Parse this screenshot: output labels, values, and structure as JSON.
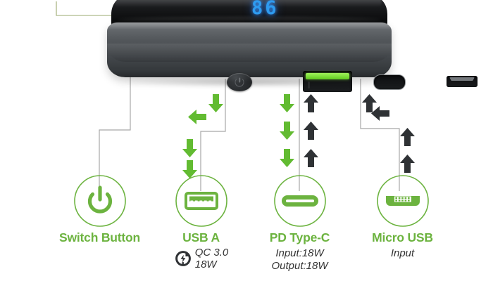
{
  "product": {
    "display_icon": "led-display-icon",
    "display_value": "86",
    "display_color": "#2e9bf0",
    "ports": [
      {
        "name": "power-button-port",
        "label": "Switch Button"
      },
      {
        "name": "usb-a-port",
        "label": "USB A"
      },
      {
        "name": "usb-c-port",
        "label": "PD Type-C"
      },
      {
        "name": "micro-usb-port",
        "label": "Micro USB"
      }
    ]
  },
  "theme": {
    "green": "#6cb33f",
    "arrow_green": "#62bb31",
    "arrow_dark": "#2f3235",
    "line_grey": "#9a9a9a",
    "led_blue": "#2e9bf0",
    "text_dark": "#333333"
  },
  "legend": {
    "items": [
      {
        "key": "switch-button",
        "icon": "power-icon",
        "title": "Switch Button",
        "sub": "",
        "sub2": "",
        "badge": ""
      },
      {
        "key": "usb-a",
        "icon": "usb-a-icon",
        "title": "USB A",
        "badge": "qc-badge-icon",
        "badge_line1": "QC 3.0",
        "badge_line2": "18W"
      },
      {
        "key": "pd-type-c",
        "icon": "usb-c-icon",
        "title": "PD Type-C",
        "sub": "Input:18W",
        "sub2": "Output:18W"
      },
      {
        "key": "micro-usb",
        "icon": "micro-usb-icon",
        "title": "Micro USB",
        "sub": "Input",
        "sub2": ""
      }
    ]
  },
  "flow": {
    "usb_a": {
      "direction": "output",
      "arrow_count": 4,
      "color": "#62bb31"
    },
    "pd_type_c": {
      "output_arrows": 3,
      "input_arrows": 3,
      "output_color": "#62bb31",
      "input_color": "#2f3235"
    },
    "micro_usb": {
      "direction": "input",
      "arrow_count": 4,
      "color": "#2f3235"
    }
  }
}
